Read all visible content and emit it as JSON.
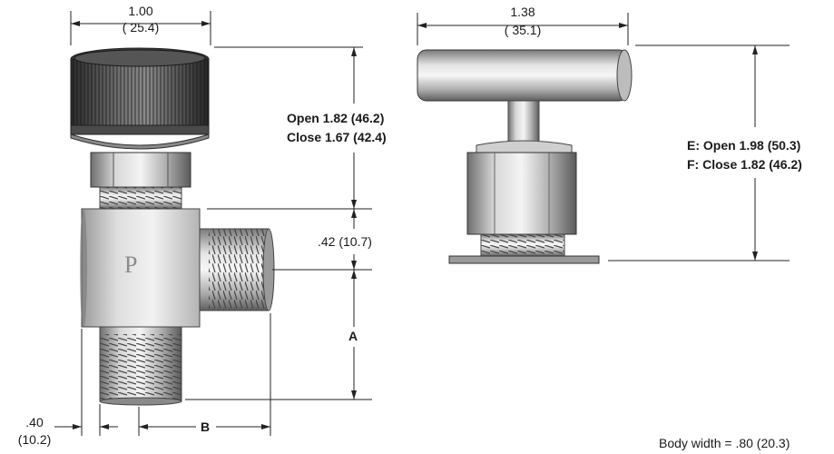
{
  "dimensions": {
    "knob_width": {
      "value": "1.00",
      "metric": "( 25.4)"
    },
    "handle_width": {
      "value": "1.38",
      "metric": "( 35.1)"
    },
    "knob_height_open": "Open 1.82 (46.2)",
    "knob_height_close": "Close 1.67 (42.4)",
    "port_offset": ".42 (10.7)",
    "dim_a": "A",
    "dim_b": "B",
    "offset_bottom": {
      "value": ".40",
      "metric": "(10.2)"
    },
    "tee_height_open": "E: Open 1.98 (50.3)",
    "tee_height_close": "F: Close 1.82 (46.2)"
  },
  "note": "Body width = .80 (20.3)",
  "logo": "P"
}
